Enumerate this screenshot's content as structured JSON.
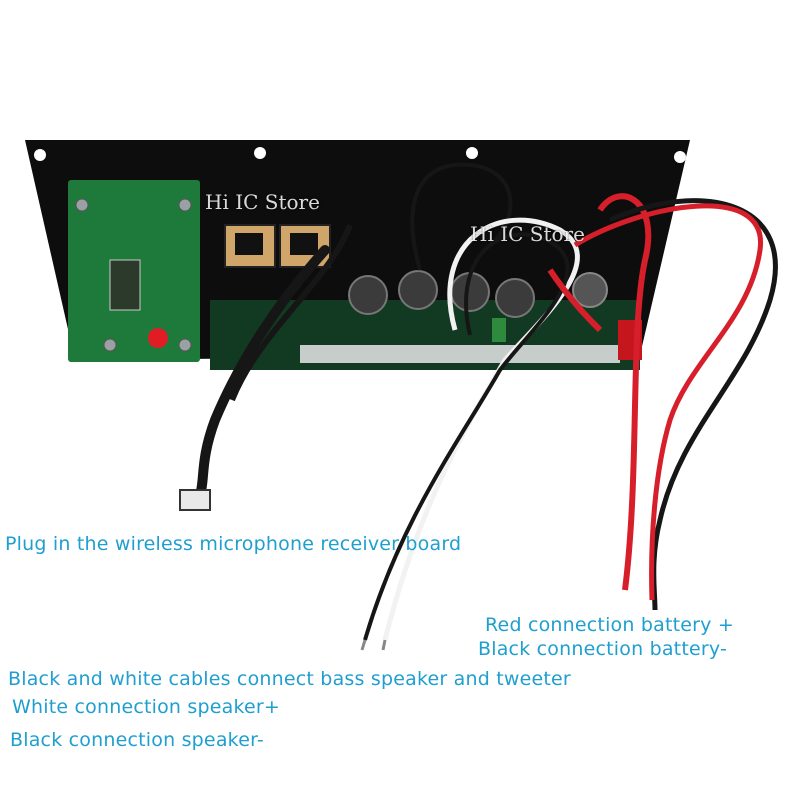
{
  "watermarks": {
    "store_left": "Hi IC Store",
    "store_right": "Hi IC Store"
  },
  "captions": {
    "mic_board": "Plug in the wireless microphone receiver board",
    "battery_red": "Red connection battery +",
    "battery_black": "Black  connection battery-",
    "speaker_cables": "Black and white cables connect bass speaker and tweeter",
    "speaker_white": "White connection speaker+",
    "speaker_black": "Black connection speaker-"
  },
  "colors": {
    "caption_text": "#1f9fcf",
    "panel": "#0d0d0d",
    "pcb_green": "#1e7a3a",
    "wire_red": "#d61f2a",
    "wire_black": "#161616",
    "wire_white": "#f2f2f2"
  }
}
